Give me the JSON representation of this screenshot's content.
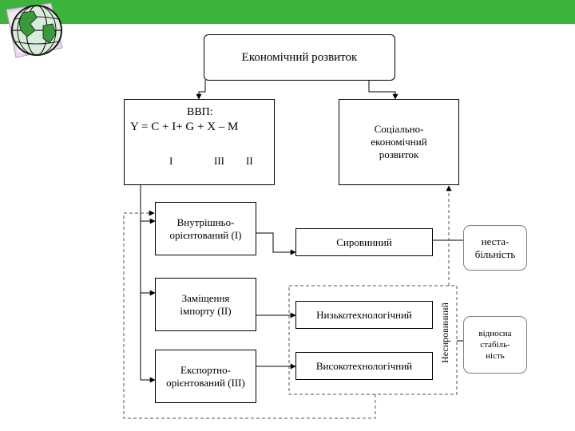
{
  "title": "Економічний розвиток",
  "gdp": {
    "heading": "ВВП:",
    "formula": "Y = C + I+ G + X – M",
    "groups": [
      "I",
      "III",
      "II"
    ]
  },
  "social": "Соціально-економічний розвиток",
  "strategies": {
    "internal": "Внутрішньо-орієнтований (І)",
    "substitution": "Заміщення імпорту (ІІ)",
    "export": "Експортно-орієнтований (ІІІ)"
  },
  "sectors": {
    "raw": "Сировинний",
    "low_tech": "Низькотехнологічний",
    "high_tech": "Високотехнологічний",
    "non_raw": "Несировинний"
  },
  "outcomes": {
    "instability": "неста-більність",
    "stability": "відносна стабіль-ність"
  },
  "colors": {
    "top_bar": "#3cb33c",
    "line": "#000000",
    "dashed": "#555555",
    "note_border": "#7f7f7f"
  }
}
